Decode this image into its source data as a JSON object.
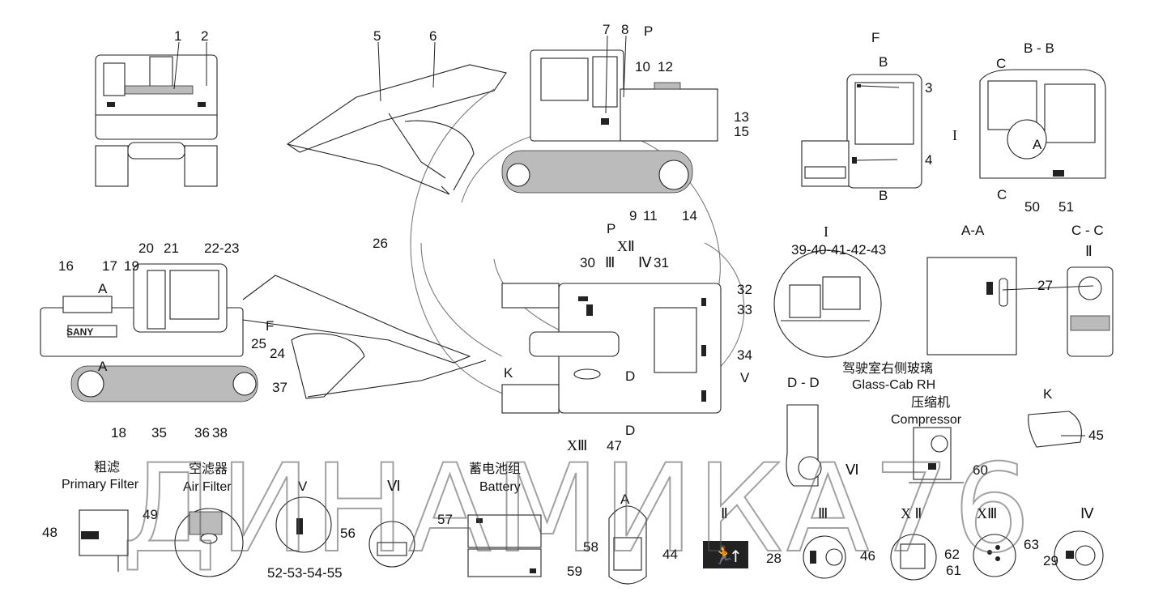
{
  "watermark": "ДИНАМИКА76",
  "callouts": {
    "n1": "1",
    "n2": "2",
    "n3": "3",
    "n4": "4",
    "n5": "5",
    "n6": "6",
    "n7": "7",
    "n8": "8",
    "n9": "9",
    "n10": "10",
    "n11": "11",
    "n12": "12",
    "n13": "13",
    "n14": "14",
    "n15": "15",
    "n16": "16",
    "n17": "17",
    "n18": "18",
    "n19": "19",
    "n20": "20",
    "n21": "21",
    "n22_23": "22-23",
    "n24": "24",
    "n25": "25",
    "n26": "26",
    "n27": "27",
    "n28": "28",
    "n29": "29",
    "n30": "30",
    "n31": "31",
    "n32": "32",
    "n33": "33",
    "n34": "34",
    "n35": "35",
    "n36": "36",
    "n37": "37",
    "n38": "38",
    "n39_43": "39-40-41-42-43",
    "n44": "44",
    "n45": "45",
    "n46": "46",
    "n47": "47",
    "n48": "48",
    "n49": "49",
    "n50": "50",
    "n51": "51",
    "n52_55": "52-53-54-55",
    "n56": "56",
    "n57": "57",
    "n58": "58",
    "n59": "59",
    "n60": "60",
    "n61": "61",
    "n62": "62",
    "n63": "63"
  },
  "section_marks": {
    "P1": "P",
    "P2": "P",
    "F1": "F",
    "F2": "F",
    "B_top": "B",
    "B_bottom": "B",
    "BB": "B - B",
    "C_top": "C",
    "C_bottom": "C",
    "CC": "C - C",
    "A_top": "A",
    "A_bot": "A",
    "A_cab": "A",
    "AA": "A-A",
    "A_view": "A",
    "D_top": "D",
    "D_bot": "D",
    "DD": "D - D",
    "K1": "K",
    "K2": "K",
    "V1": "V",
    "V2": "V"
  },
  "roman": {
    "I1": "I",
    "I2": "I",
    "II1": "Ⅱ",
    "II2": "Ⅱ",
    "III1": "Ⅲ",
    "III2": "Ⅲ",
    "IV1": "Ⅳ",
    "IV2": "Ⅳ",
    "VI1": "Ⅵ",
    "VI2": "Ⅵ",
    "XII1": "XⅡ",
    "XII2": "X Ⅱ",
    "XIII1": "XⅢ",
    "XIII2": "XⅢ"
  },
  "captions": {
    "primary_filter_cn": "粗滤",
    "primary_filter_en": "Primary Filter",
    "air_filter_cn": "空滤器",
    "air_filter_en": "Air Filter",
    "battery_cn": "蓄电池组",
    "battery_en": "Battery",
    "compressor_cn": "压缩机",
    "compressor_en": "Compressor",
    "glass_cn": "驾驶室右侧玻璃",
    "glass_en": "Glass-Cab RH"
  },
  "brand": "SANY"
}
